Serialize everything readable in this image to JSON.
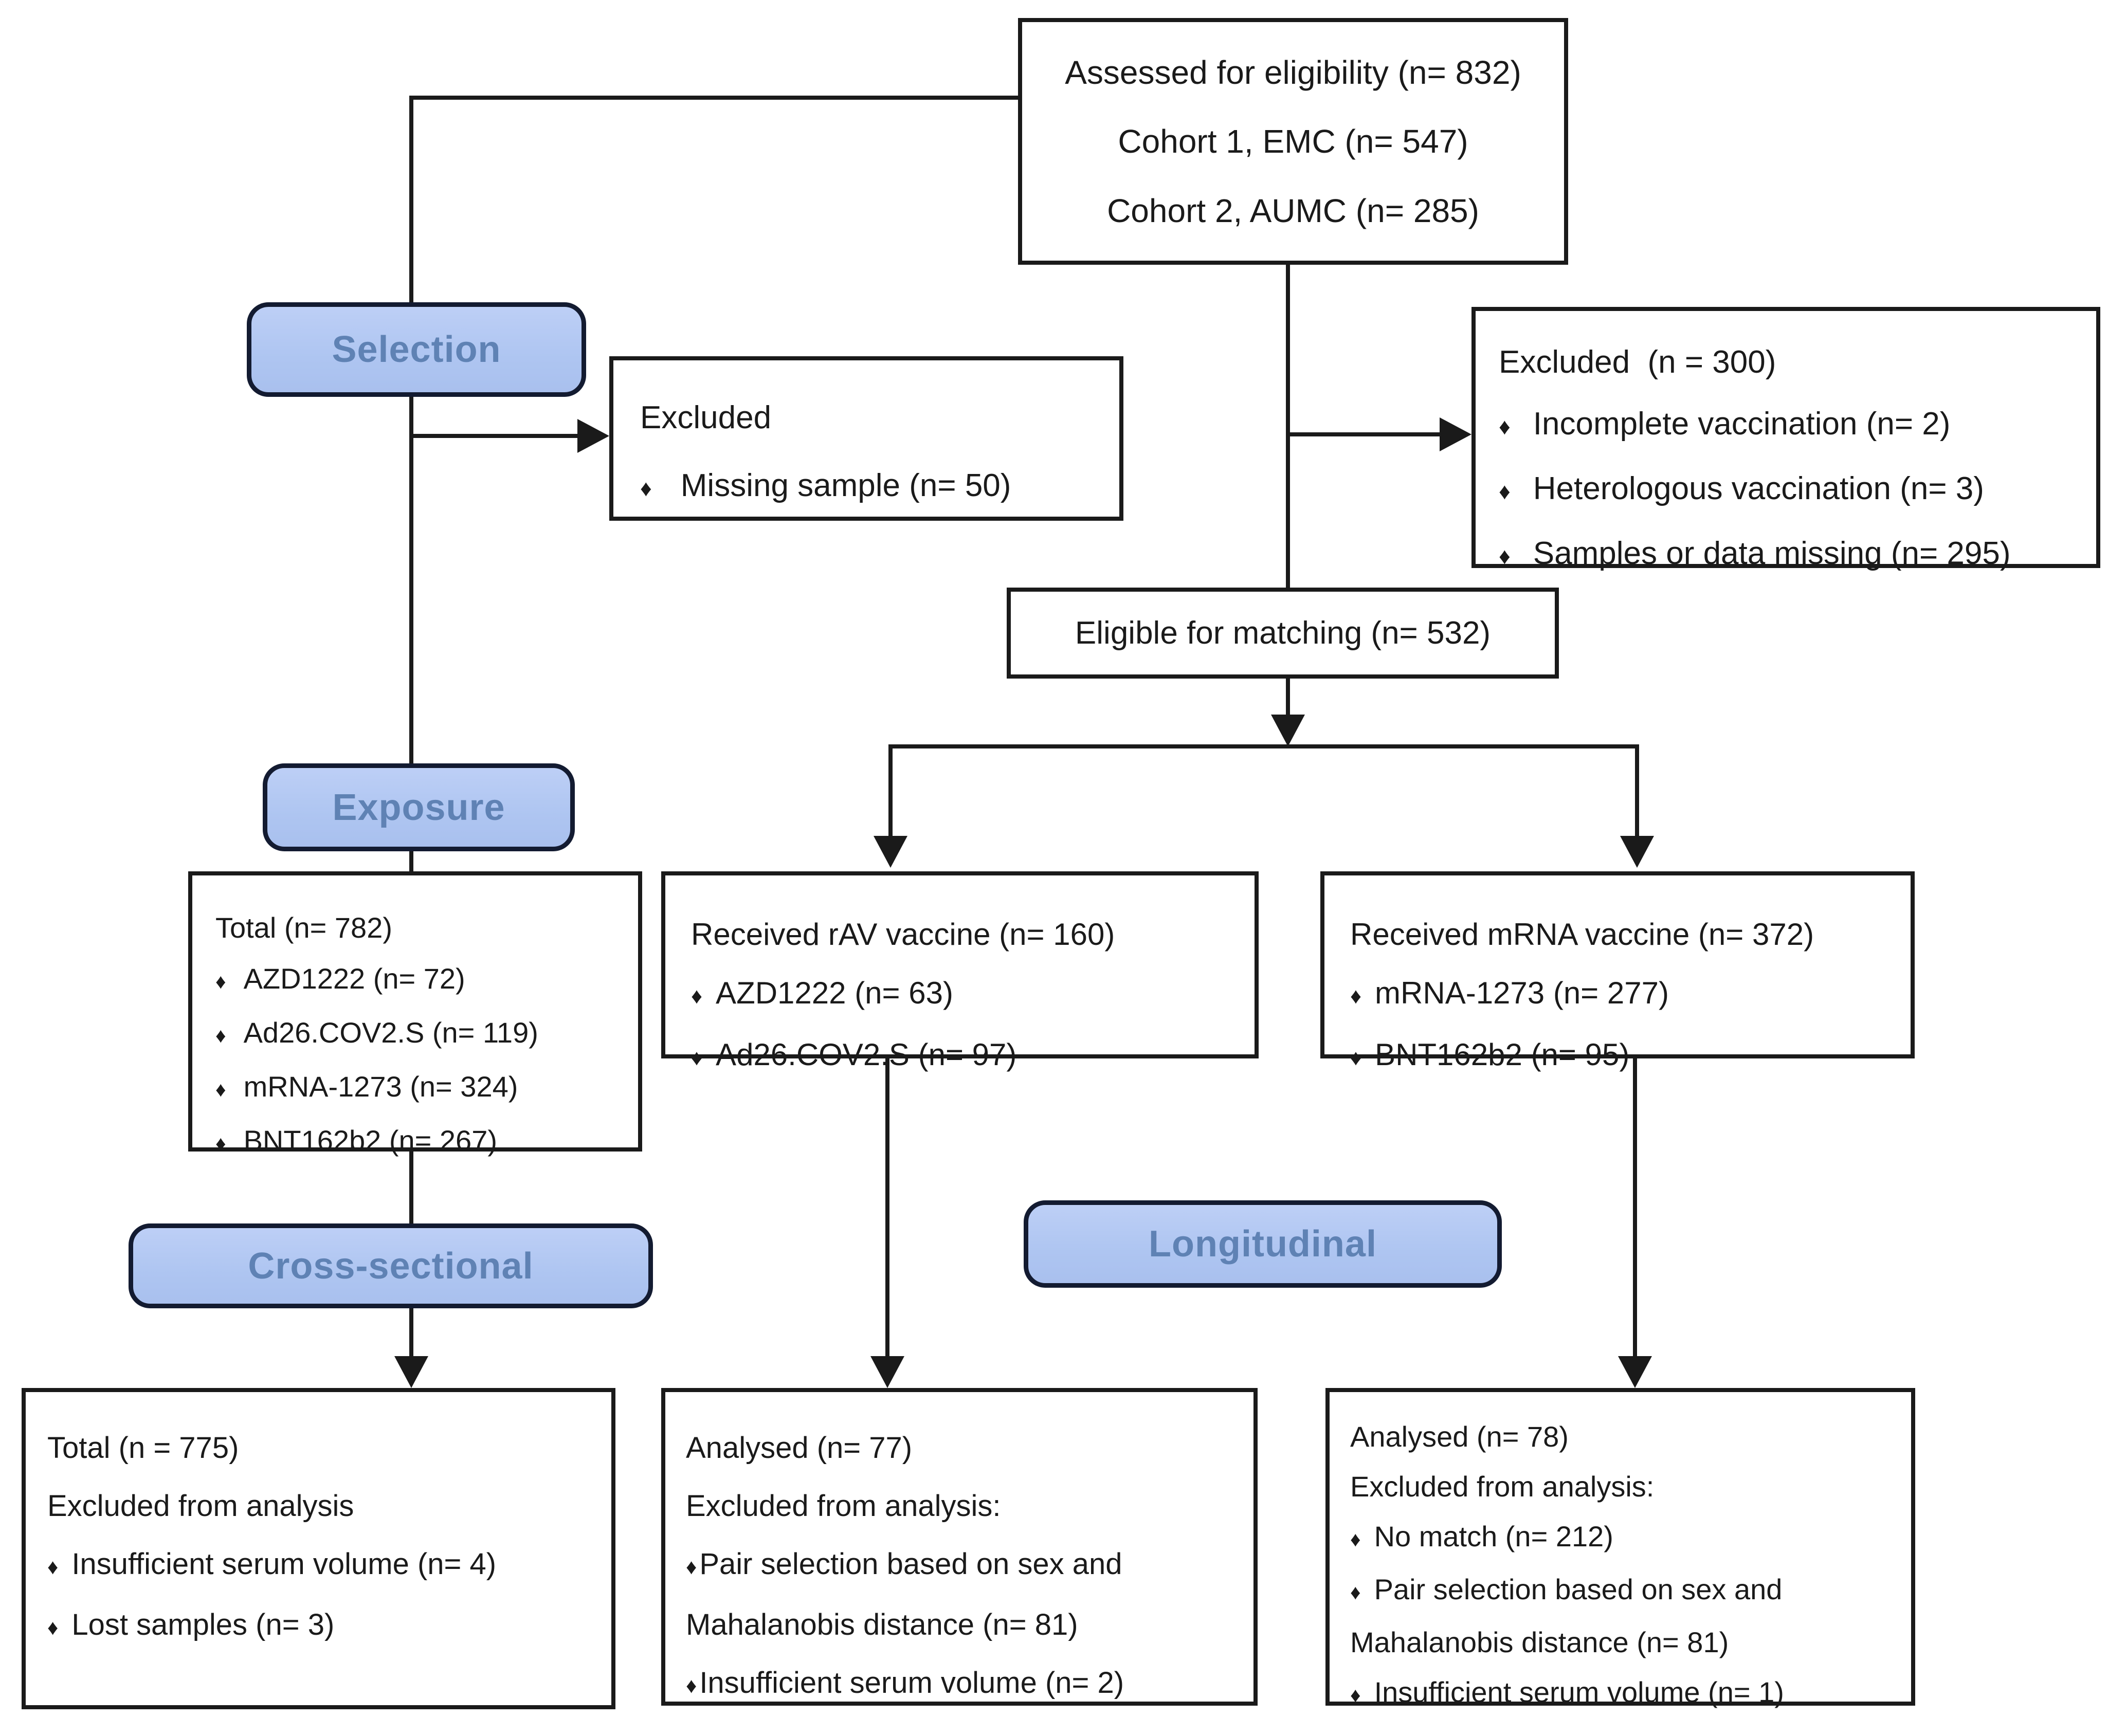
{
  "icons": {
    "diamond": "♦"
  },
  "colors": {
    "line": "#1a1a1a",
    "label_fill": "#b2c7f2",
    "label_border": "#131b31",
    "label_text": "#5f82b4",
    "box_border": "#1a1a1a",
    "background": "#ffffff"
  },
  "stage_labels": {
    "selection": "Selection",
    "exposure": "Exposure",
    "cross_sectional": "Cross-sectional",
    "longitudinal": "Longitudinal"
  },
  "nodes": {
    "assessed": {
      "lines": [
        "Assessed for eligibility (n= 832)",
        "Cohort 1, EMC (n= 547)",
        "Cohort 2, AUMC (n= 285)"
      ]
    },
    "excluded_selection": {
      "title": "Excluded",
      "items": [
        "Missing sample (n= 50)"
      ]
    },
    "excluded_matching": {
      "title": "Excluded  (n = 300)",
      "items": [
        "Incomplete vaccination (n= 2)",
        "Heterologous vaccination (n= 3)",
        "Samples or data missing (n= 295)"
      ]
    },
    "eligible": {
      "title": "Eligible for matching (n= 532)"
    },
    "total_exposure": {
      "title": "Total (n= 782)",
      "items": [
        "AZD1222 (n= 72)",
        "Ad26.COV2.S (n= 119)",
        "mRNA-1273 (n= 324)",
        "BNT162b2 (n= 267)"
      ]
    },
    "rav": {
      "title": "Received rAV vaccine (n= 160)",
      "items": [
        "AZD1222 (n= 63)",
        "Ad26.COV2.S (n= 97)"
      ]
    },
    "mrna": {
      "title": "Received mRNA vaccine (n= 372)",
      "items": [
        "mRNA-1273 (n= 277)",
        "BNT162b2 (n= 95)"
      ]
    },
    "cross_total": {
      "line1": "Total (n = 775)",
      "line2": "Excluded from analysis",
      "items": [
        "Insufficient serum volume (n= 4)",
        "Lost samples (n= 3)"
      ]
    },
    "analysed_rav": {
      "line1": "Analysed (n= 77)",
      "line2": "Excluded from analysis:",
      "bullet1": "Pair selection based on sex and",
      "cont1": "Mahalanobis distance (n= 81)",
      "bullet2": "Insufficient serum volume (n= 2)"
    },
    "analysed_mrna": {
      "line1": "Analysed (n= 78)",
      "line2": "Excluded from analysis:",
      "bullet1": "No match (n= 212)",
      "bullet2": "Pair selection based on sex and",
      "cont1": "Mahalanobis distance (n= 81)",
      "bullet3": "Insufficient serum volume (n= 1)"
    }
  }
}
